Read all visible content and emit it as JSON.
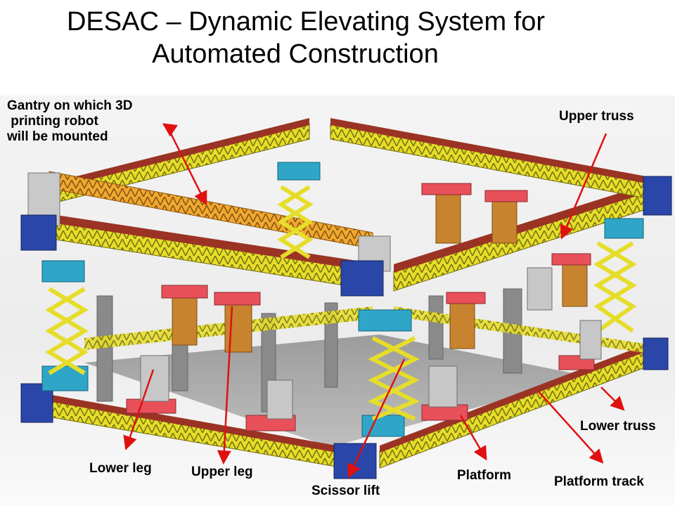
{
  "title": {
    "line1": "DESAC – Dynamic Elevating System for",
    "line2": "Automated Construction"
  },
  "labels": {
    "gantry": [
      "Gantry on which 3D",
      " printing robot",
      "will be mounted"
    ],
    "upper_truss": "Upper truss",
    "lower_truss": "Lower truss",
    "lower_leg": "Lower leg",
    "upper_leg": "Upper leg",
    "scissor_lift": "Scissor lift",
    "platform": "Platform",
    "platform_track": "Platform track"
  },
  "colors": {
    "truss_yellow": "#e6dd2a",
    "track_red": "#9b3325",
    "corner_blue": "#2a46a8",
    "block_cyan": "#2fa6c8",
    "pad_red": "#e8505a",
    "leg_orange": "#c8832e",
    "gantry_orange": "#f0a830",
    "column_gray": "#8a8a8a",
    "arrow_red": "#e01010"
  }
}
